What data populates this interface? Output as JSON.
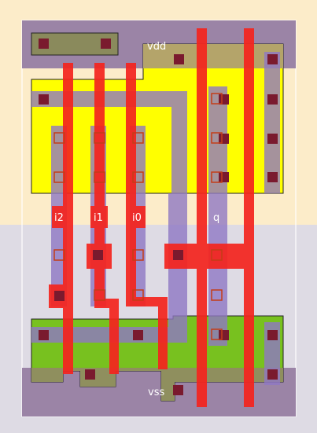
{
  "title": "",
  "labels": {
    "vdd": "vdd",
    "vss": "vss",
    "i2": "i2",
    "i1": "i1",
    "i0": "i0",
    "q": "q"
  },
  "colors": {
    "nwell": "#fcecc9",
    "pwell": "#dedbe4",
    "rail": "#9b84a6",
    "pdiff": "#ffff00",
    "ndiff": "#78c11f",
    "poly": "#f4241e",
    "metal1": "#8f78c4",
    "contact": "#7a1a2e",
    "via": "#c43c18"
  }
}
